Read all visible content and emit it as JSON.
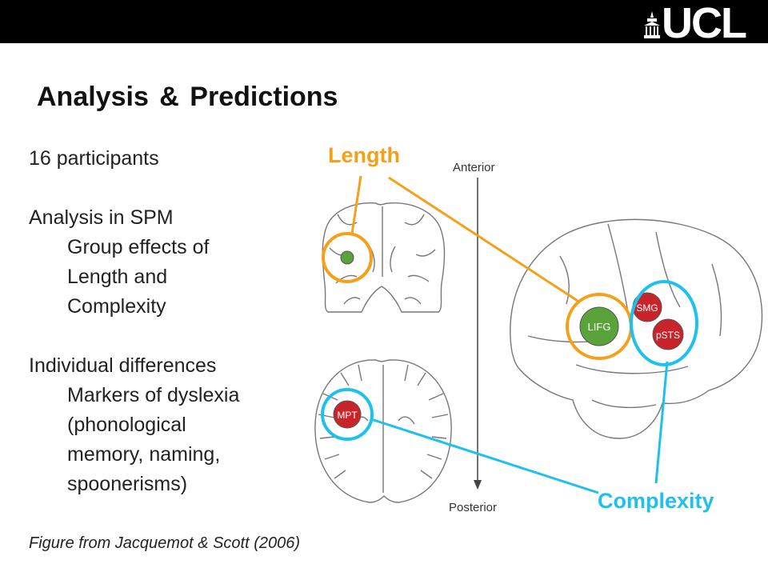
{
  "header": {
    "logo_text": "UCL"
  },
  "slide": {
    "title": "Analysis & Predictions",
    "lines": [
      "16 participants",
      "Analysis in SPM",
      "Group effects of",
      "Length and",
      "Complexity",
      "Individual differences",
      "Markers of dyslexia",
      "(phonological",
      "memory, naming,",
      "spoonerisms)"
    ],
    "caption": "Figure from Jacquemot & Scott (2006)"
  },
  "figure": {
    "labels": {
      "length": "Length",
      "complexity": "Complexity",
      "anterior": "Anterior",
      "posterior": "Posterior"
    },
    "regions": {
      "lifg": "LIFG",
      "smg": "SMG",
      "psts": "pSTS",
      "mpt": "MPT"
    },
    "colors": {
      "length": "#f5a01a",
      "complexity": "#1ec0ee",
      "green_region": "#5aa33a",
      "red_region": "#c8242a"
    }
  }
}
